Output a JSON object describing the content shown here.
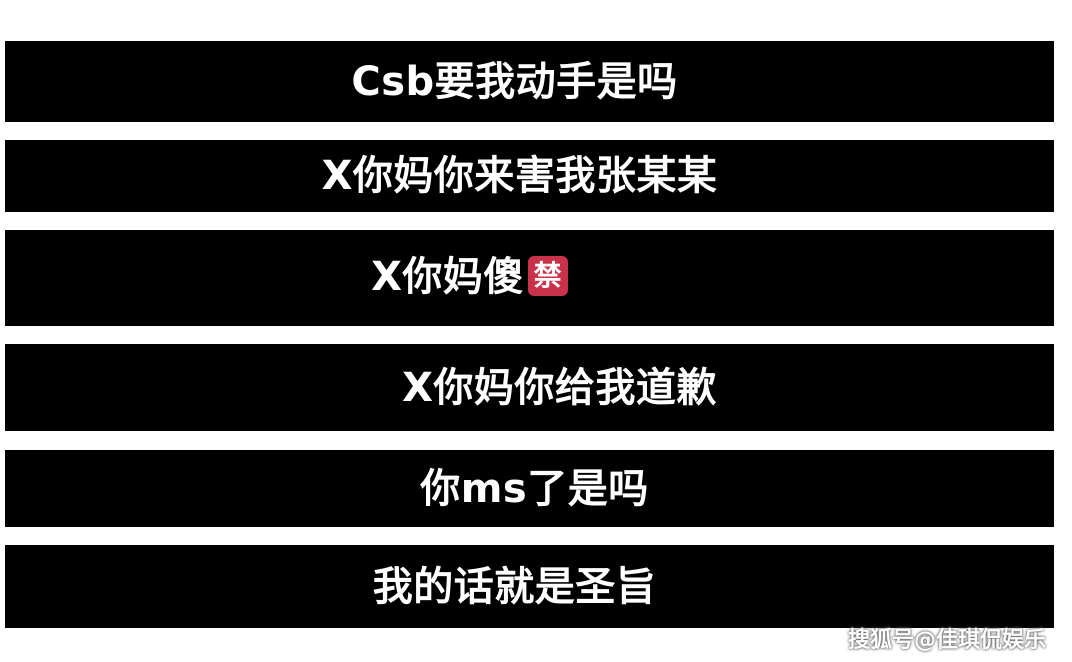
{
  "lines": [
    {
      "text": "Csb要我动手是吗"
    },
    {
      "text": "X你妈你来害我张某某"
    },
    {
      "text": "X你妈傻",
      "badge": "禁"
    },
    {
      "text": "X你妈你给我道歉"
    },
    {
      "text": "你ms了是吗"
    },
    {
      "text": "我的话就是圣旨"
    }
  ],
  "watermark": "搜狐号@佳琪侃娱乐",
  "colors": {
    "bar_background": "#000000",
    "text": "#ffffff",
    "page_background": "#ffffff",
    "badge_background": "#c8324a"
  }
}
